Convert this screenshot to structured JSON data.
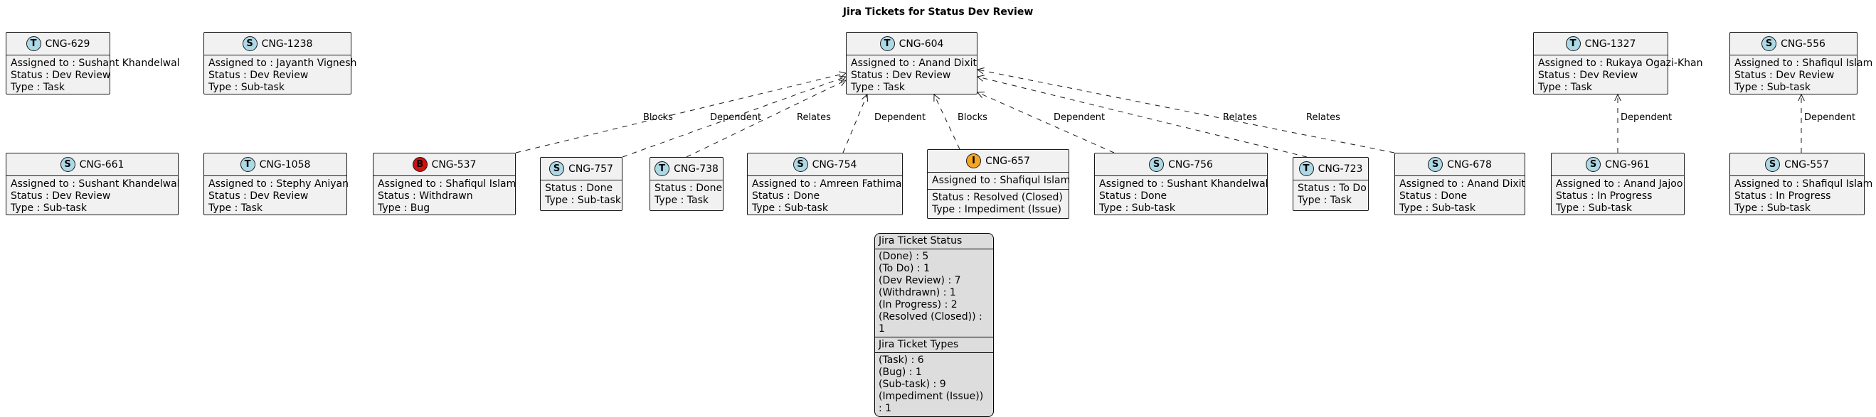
{
  "diagram": {
    "title": "Jira Tickets for Status Dev Review",
    "badge_colors": {
      "T": "#add8e6",
      "S": "#add8e6",
      "B": "#cc1111",
      "I": "#f5a623"
    },
    "nodes": {
      "cng629": {
        "key": "CNG-629",
        "badge": "T",
        "lines": [
          "Assigned to : Sushant Khandelwal",
          "Status : Dev Review",
          "Type : Task"
        ]
      },
      "cng1238": {
        "key": "CNG-1238",
        "badge": "S",
        "lines": [
          "Assigned to : Jayanth Vignesh",
          "Status : Dev Review",
          "Type : Sub-task"
        ]
      },
      "cng604": {
        "key": "CNG-604",
        "badge": "T",
        "lines": [
          "Assigned to : Anand Dixit",
          "Status : Dev Review",
          "Type : Task"
        ]
      },
      "cng1327": {
        "key": "CNG-1327",
        "badge": "T",
        "lines": [
          "Assigned to : Rukaya Ogazi-Khan",
          "Status : Dev Review",
          "Type : Task"
        ]
      },
      "cng556": {
        "key": "CNG-556",
        "badge": "S",
        "lines": [
          "Assigned to : Shafiqul Islam",
          "Status : Dev Review",
          "Type : Sub-task"
        ]
      },
      "cng661": {
        "key": "CNG-661",
        "badge": "S",
        "lines": [
          "Assigned to : Sushant Khandelwal",
          "Status : Dev Review",
          "Type : Sub-task"
        ]
      },
      "cng1058": {
        "key": "CNG-1058",
        "badge": "T",
        "lines": [
          "Assigned to : Stephy Aniyan",
          "Status : Dev Review",
          "Type : Task"
        ]
      },
      "cng537": {
        "key": "CNG-537",
        "badge": "B",
        "lines": [
          "Assigned to : Shafiqul Islam",
          "Status : Withdrawn",
          "Type : Bug"
        ]
      },
      "cng757": {
        "key": "CNG-757",
        "badge": "S",
        "lines": [
          "Status : Done",
          "Type : Sub-task"
        ]
      },
      "cng738": {
        "key": "CNG-738",
        "badge": "T",
        "lines": [
          "Status : Done",
          "Type : Task"
        ]
      },
      "cng754": {
        "key": "CNG-754",
        "badge": "S",
        "lines": [
          "Assigned to : Amreen Fathima",
          "Status : Done",
          "Type : Sub-task"
        ]
      },
      "cng657": {
        "key": "CNG-657",
        "badge": "I",
        "lines": [
          "Assigned to : Shafiqul Islam"
        ],
        "lines2": [
          "Status : Resolved (Closed)",
          "Type : Impediment (Issue)"
        ]
      },
      "cng756": {
        "key": "CNG-756",
        "badge": "S",
        "lines": [
          "Assigned to : Sushant Khandelwal",
          "Status : Done",
          "Type : Sub-task"
        ]
      },
      "cng723": {
        "key": "CNG-723",
        "badge": "T",
        "lines": [
          "Status : To Do",
          "Type : Task"
        ]
      },
      "cng678": {
        "key": "CNG-678",
        "badge": "S",
        "lines": [
          "Assigned to : Anand Dixit",
          "Status : Done",
          "Type : Sub-task"
        ]
      },
      "cng961": {
        "key": "CNG-961",
        "badge": "S",
        "lines": [
          "Assigned to : Anand Jajoo",
          "Status : In Progress",
          "Type : Sub-task"
        ]
      },
      "cng557": {
        "key": "CNG-557",
        "badge": "S",
        "lines": [
          "Assigned to : Shafiqul Islam",
          "Status : In Progress",
          "Type : Sub-task"
        ]
      }
    },
    "edges": [
      {
        "from": "cng537",
        "to": "cng604",
        "label": "Blocks"
      },
      {
        "from": "cng757",
        "to": "cng604",
        "label": "Dependent"
      },
      {
        "from": "cng738",
        "to": "cng604",
        "label": "Relates"
      },
      {
        "from": "cng754",
        "to": "cng604",
        "label": "Dependent"
      },
      {
        "from": "cng657",
        "to": "cng604",
        "label": "Blocks"
      },
      {
        "from": "cng756",
        "to": "cng604",
        "label": "Dependent"
      },
      {
        "from": "cng723",
        "to": "cng604",
        "label": "Relates"
      },
      {
        "from": "cng678",
        "to": "cng604",
        "label": "Relates"
      },
      {
        "from": "cng961",
        "to": "cng1327",
        "label": "Dependent"
      },
      {
        "from": "cng557",
        "to": "cng556",
        "label": "Dependent"
      }
    ],
    "legend": {
      "status_title": "Jira Ticket Status",
      "status_rows": [
        "(Done) : 5",
        "(To Do) : 1",
        "(Dev Review) : 7",
        "(Withdrawn) : 1",
        "(In Progress) : 2",
        "(Resolved (Closed)) : 1"
      ],
      "types_title": "Jira Ticket Types",
      "types_rows": [
        "(Task) : 6",
        "(Bug) : 1",
        "(Sub-task) : 9",
        "(Impediment (Issue)) : 1"
      ]
    }
  }
}
